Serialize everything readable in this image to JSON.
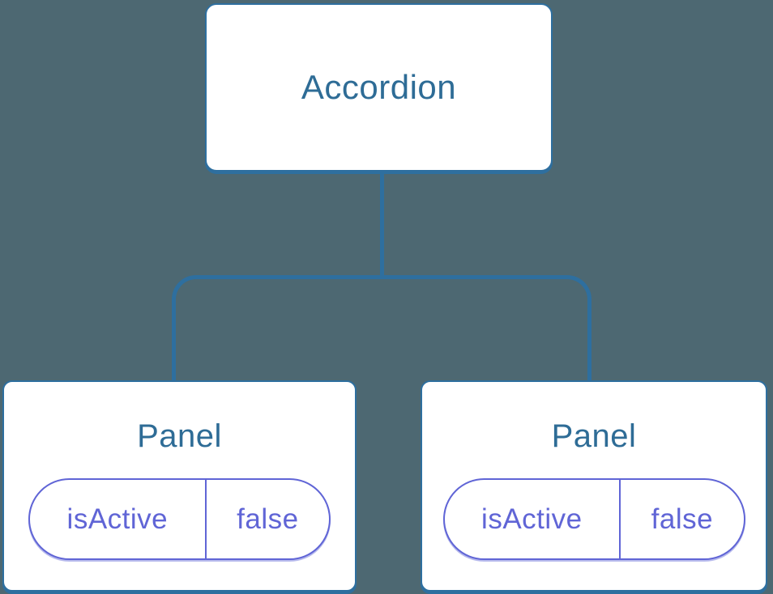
{
  "diagram": {
    "type": "component-tree",
    "background_color": "#4d6872",
    "node_border_color": "#2e6f9f",
    "node_text_color": "#2e6c96",
    "connector_color": "#2e6f9f",
    "state_color": "#6065d6",
    "root": {
      "label": "Accordion"
    },
    "children": [
      {
        "label": "Panel",
        "state": {
          "name": "isActive",
          "value": "false"
        }
      },
      {
        "label": "Panel",
        "state": {
          "name": "isActive",
          "value": "false"
        }
      }
    ]
  }
}
